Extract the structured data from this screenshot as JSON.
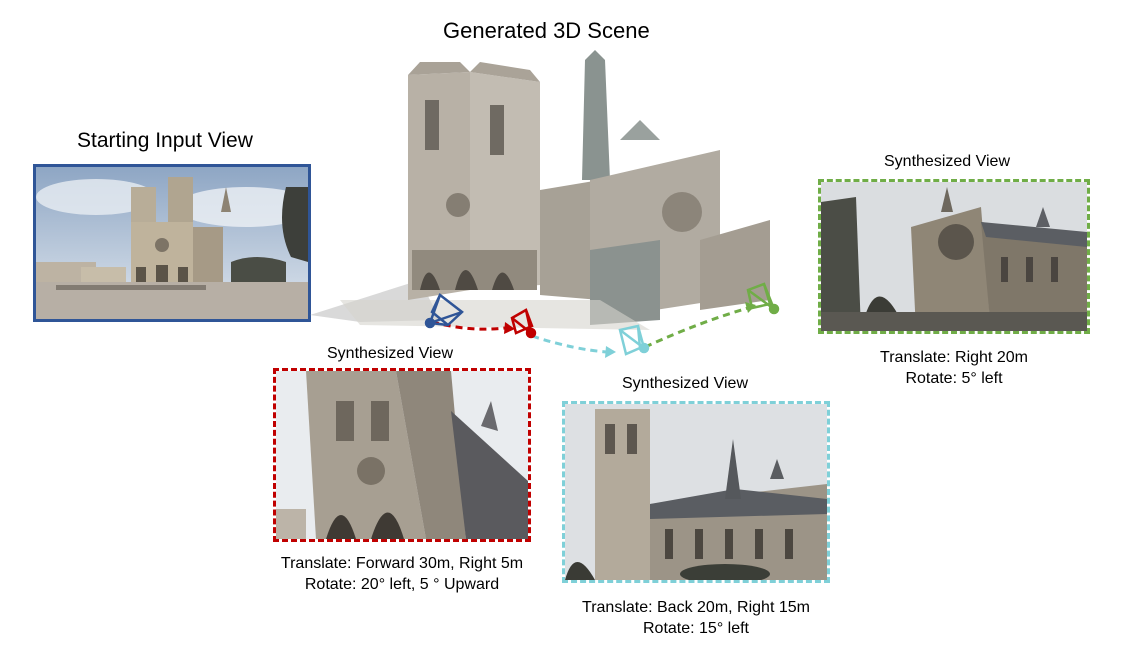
{
  "scene": {
    "title": "Generated 3D Scene"
  },
  "input_view": {
    "title": "Starting Input View",
    "border_color": "#2f5597"
  },
  "views": [
    {
      "id": "red",
      "label": "Synthesized View",
      "border_color": "#c00000",
      "caption_line1": "Translate: Forward 30m, Right 5m",
      "caption_line2": "Rotate: 20° left, 5 ° Upward"
    },
    {
      "id": "cyan",
      "label": "Synthesized View",
      "border_color": "#7fd0d8",
      "caption_line1": "Translate: Back 20m, Right 15m",
      "caption_line2": "Rotate: 15° left"
    },
    {
      "id": "green",
      "label": "Synthesized View",
      "border_color": "#70ad47",
      "caption_line1": "Translate: Right 20m",
      "caption_line2": "Rotate: 5° left"
    }
  ],
  "cameras": {
    "start_color": "#2f5597",
    "red_color": "#c00000",
    "cyan_color": "#7fd0d8",
    "green_color": "#70ad47"
  }
}
